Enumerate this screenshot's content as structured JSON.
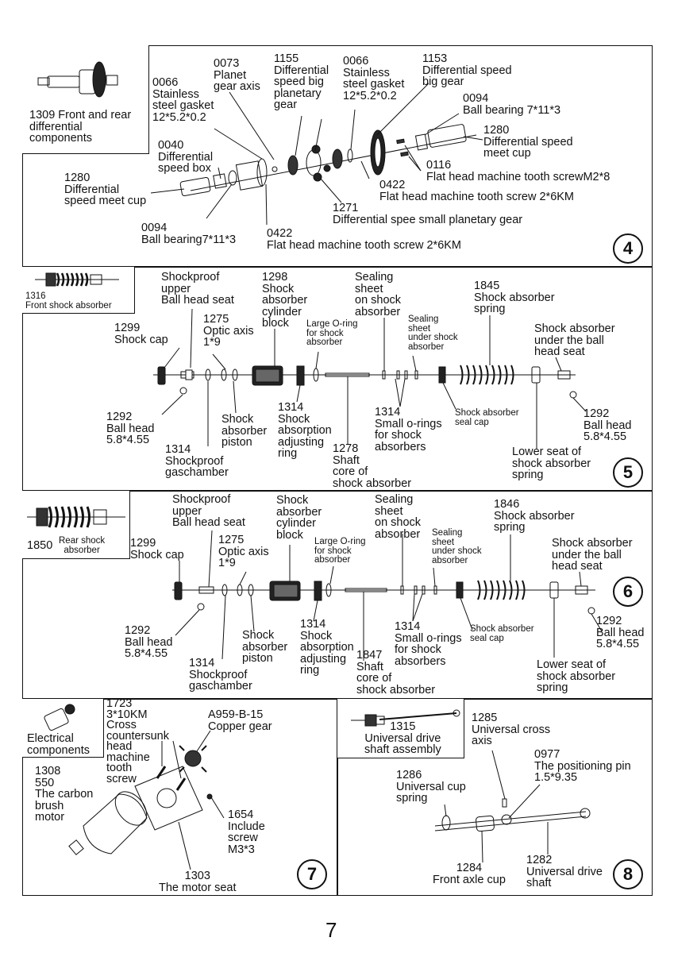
{
  "page_number": "7",
  "panels": {
    "p4": {
      "number": "4",
      "title": "1309 Front and rear\ndifferential\ncomponents",
      "labels": {
        "l0073": "0073\nPlanet\ngear axis",
        "l1155": "1155\nDifferential\nspeed big\nplanetary\ngear",
        "l0066a": "0066\nStainless\nsteel gasket\n12*5.2*0.2",
        "l0066b": "0066\nStainless\nsteel gasket\n12*5.2*0.2",
        "l1153": "1153\nDifferential speed\nbig gear",
        "l0094a": "0094\nBall bearing 7*11*3",
        "l1280a": "1280\nDifferential speed\nmeet cup",
        "l0040": "0040\nDifferential\nspeed box",
        "l0116": "0116\nFlat head machine tooth screwM2*8",
        "l1280b": "1280\nDifferential\nspeed meet cup",
        "l0422a": "0422\nFlat head machine tooth screw 2*6KM",
        "l1271": "1271\nDifferential spee small planetary gear",
        "l0094b": "0094\nBall bearing7*11*3",
        "l0422b": "0422\nFlat head machine tooth screw 2*6KM"
      }
    },
    "p5": {
      "number": "5",
      "title_code": "1316",
      "title": "Front shock absorber",
      "labels": {
        "shockproof": "Shockproof\nupper\nBall head seat",
        "l1298": "1298\nShock\nabsorber\ncylinder\nblock",
        "sealing_on": "Sealing\nsheet\non shock\nabsorber",
        "l1845": "1845\nShock absorber\nspring",
        "l1299": "1299\nShock cap",
        "l1275": "1275\nOptic axis\n1*9",
        "oring": "Large O-ring\nfor shock\nabsorber",
        "sealing_under": "Sealing\nsheet\nunder shock\nabsorber",
        "upper_seat": "Shock absorber\nunder the ball\nhead seat",
        "l1292a": "1292\nBall head\n5.8*4.55",
        "piston": "Shock\nabsorber\npiston",
        "l1314a": "1314\nShock\nabsorption\nadjusting\nring",
        "l1314b": "1314\nSmall o-rings\nfor shock\nabsorbers",
        "seal_cap": "Shock absorber\nseal cap",
        "l1292b": "1292\nBall head\n5.8*4.55",
        "l1314c": "1314\nShockproof\ngaschamber",
        "l1278": "1278\nShaft\ncore of\nshock absorber",
        "lower_seat": "Lower seat of\nshock absorber\nspring"
      }
    },
    "p6": {
      "number": "6",
      "title_code": "1850",
      "title": "Rear shock\nabsorber",
      "labels": {
        "shockproof": "Shockproof\nupper\nBall head seat",
        "cylinder": "Shock\nabsorber\ncylinder\nblock",
        "sealing_on": "Sealing\nsheet\non shock\nabsorber",
        "l1846": "1846\nShock absorber\nspring",
        "l1299": "1299\nShock cap",
        "l1275": "1275\nOptic axis\n1*9",
        "oring": "Large O-ring\nfor shock\nabsorber",
        "sealing_under": "Sealing\nsheet\nunder shock\nabsorber",
        "upper_seat": "Shock absorber\nunder the ball\nhead seat",
        "l1292a": "1292\nBall head\n5.8*4.55",
        "piston": "Shock\nabsorber\npiston",
        "l1314a": "1314\nShock\nabsorption\nadjusting\nring",
        "l1314b": "1314\nSmall o-rings\nfor shock\nabsorbers",
        "seal_cap": "Shock absorber\nseal cap",
        "l1292b": "1292\nBall head\n5.8*4.55",
        "l1314c": "1314\nShockproof\ngaschamber",
        "l1847": "1847\nShaft\ncore of\nshock absorber",
        "lower_seat": "Lower seat of\nshock absorber\nspring"
      }
    },
    "p7": {
      "number": "7",
      "title": "Electrical\ncomponents",
      "labels": {
        "l1723": "1723\n3*10KM\nCross\ncountersunk\nhead\nmachine\ntooth\nscrew",
        "a959": "A959-B-15\nCopper gear",
        "l1308": "1308\n550\nThe carbon\nbrush\nmotor",
        "l1654": "1654\nInclude\nscrew\nM3*3",
        "l1303": "1303\nThe motor seat"
      }
    },
    "p8": {
      "number": "8",
      "title": "1315\nUniversal drive\nshaft assembly",
      "labels": {
        "l1285": "1285\nUniversal cross\naxis",
        "l0977": "0977\nThe positioning pin\n1.5*9.35",
        "l1286": "1286\nUniversal cup\nspring",
        "l1284": "1284\nFront axle cup",
        "l1282": "1282\nUniversal drive\nshaft"
      }
    }
  }
}
